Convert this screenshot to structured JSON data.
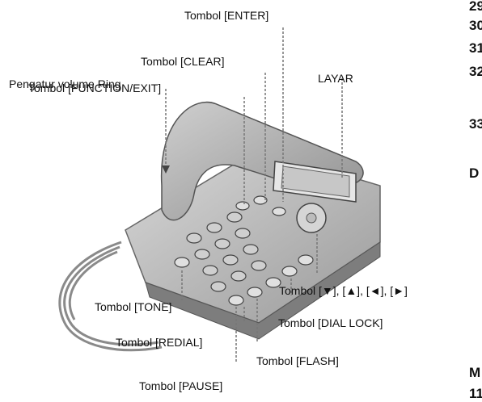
{
  "labels": {
    "enter": "Tombol [ENTER]",
    "clear": "Tombol [CLEAR]",
    "function_exit": "Tombol [FUNCTION/EXIT]",
    "layar": "LAYAR",
    "volume": "Pengatur volume Ring",
    "arrows": "Tombol  [▼], [▲], [◄], [►]",
    "tone": "Tombol [TONE]",
    "dial_lock": "Tombol [DIAL LOCK]",
    "redial": "Tombol [REDIAL]",
    "flash": "Tombol [FLASH]",
    "pause": "Tombol [PAUSE]"
  },
  "clipped_right": [
    "29",
    "30",
    "31",
    "32",
    "33",
    "D",
    "M",
    "11"
  ]
}
